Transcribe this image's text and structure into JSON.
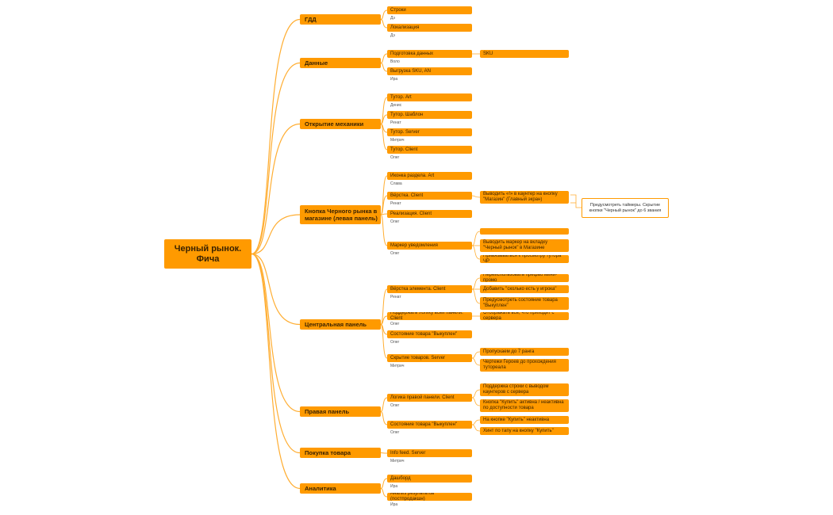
{
  "colors": {
    "node": "#ff9a00",
    "link": "#ffae33",
    "text": "#3a2200"
  },
  "root": {
    "text": "Черный рынок. Фича"
  },
  "summary": {
    "text": "Предусмотреть таймеры. Скрытие кнопки \"Черный рынок\" до 6 звания"
  },
  "categories": [
    {
      "label": "ГДД",
      "tasks": [
        {
          "label": "Строки",
          "owner": "Дэ"
        },
        {
          "label": "Локализация",
          "owner": "Дэ"
        }
      ]
    },
    {
      "label": "Данные",
      "tasks": [
        {
          "label": "Подготовка данных",
          "owner": "Воло",
          "children": [
            "SKU"
          ]
        },
        {
          "label": "Выгрузка SKU, AN",
          "owner": "Ира"
        }
      ]
    },
    {
      "label": "Открытие механики",
      "tasks": [
        {
          "label": "Тутор. Art",
          "owner": "Денис"
        },
        {
          "label": "Тутор. Шаблон",
          "owner": "Ренат"
        },
        {
          "label": "Тутор. Server",
          "owner": "Митрич"
        },
        {
          "label": "Тутор. Client",
          "owner": "Олег"
        }
      ]
    },
    {
      "label": "Кнопка Черного рынка в магазине (левая панель)",
      "tasks": [
        {
          "label": "Иконка раздела. Art",
          "owner": "Слава"
        },
        {
          "label": "Вёрстка. Client",
          "owner": "Ренат",
          "children": [
            "Выводить «!» в каунтер на кнопку \"Магазин\" (Главный экран)"
          ]
        },
        {
          "label": "Реализация. Client",
          "owner": "Олег"
        },
        {
          "label": "Маркер уведомления",
          "owner": "Олег",
          "children": [
            "",
            "Выводить маркер на вкладку \"Черный рынок\" в Магазине",
            "Привязываться к просмотру тутора ЧР"
          ]
        }
      ]
    },
    {
      "label": "Центральная панель",
      "tasks": [
        {
          "label": "Вёрстка элемента. Client",
          "owner": "Ренат",
          "children": [
            "Переиспользовать префаб мини-промо",
            "Добавить \"сколько есть у игрока\"",
            "Предусмотреть состояние товара \"Выкуплен\""
          ]
        },
        {
          "label": "Поддержать логику всей панели. Client",
          "owner": "Олег",
          "children": [
            "Отображать всё, что приходит с сервера"
          ]
        },
        {
          "label": "Состояние товара \"Выкуплен\"",
          "owner": "Олег"
        },
        {
          "label": "Скрытие товаров. Server",
          "owner": "Митрич",
          "children": [
            "Пропускаем до 7 ранга",
            "Чертежи Героев до прохождения тутореала"
          ]
        }
      ]
    },
    {
      "label": "Правая панель",
      "tasks": [
        {
          "label": "Логика правой панели. Client",
          "owner": "Олег",
          "children": [
            "Поддержка строки с выводом каунтеров с сервера",
            "Кнопка \"Купить\" активна / неактивна по доступности товара"
          ]
        },
        {
          "label": "Состояние товара \"Выкуплен\"",
          "owner": "Олег",
          "children": [
            "На кнопке \"Купить\" неактивна",
            "Хинт по тапу на кнопку \"Купить\""
          ]
        }
      ]
    },
    {
      "label": "Покупка товара",
      "tasks": [
        {
          "label": "Info feed. Server",
          "owner": "Митрич"
        }
      ]
    },
    {
      "label": "Аналитика",
      "tasks": [
        {
          "label": "Дашборд",
          "owner": "Ира"
        },
        {
          "label": "Анализ результатов (постпродакшн)",
          "owner": "Ира"
        }
      ]
    }
  ]
}
